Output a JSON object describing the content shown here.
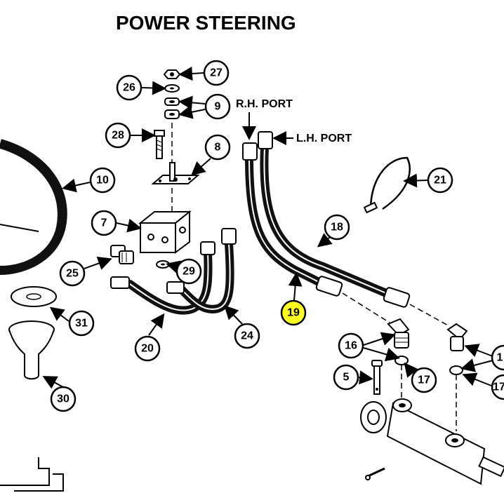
{
  "title": "POWER STEERING",
  "port_labels": {
    "rh": "R.H. PORT",
    "lh": "L.H. PORT"
  },
  "callouts": {
    "c27": "27",
    "c26": "26",
    "c9": "9",
    "c28": "28",
    "c8": "8",
    "c10": "10",
    "c7": "7",
    "c25": "25",
    "c29": "29",
    "c31": "31",
    "c20": "20",
    "c24": "24",
    "c30": "30",
    "c18": "18",
    "c19": "19",
    "c21": "21",
    "c16": "16",
    "c17a": "17",
    "c5": "5",
    "c1x": "1",
    "c17b": "17"
  },
  "colors": {
    "highlight": "#ffff1e",
    "ink": "#000000"
  }
}
